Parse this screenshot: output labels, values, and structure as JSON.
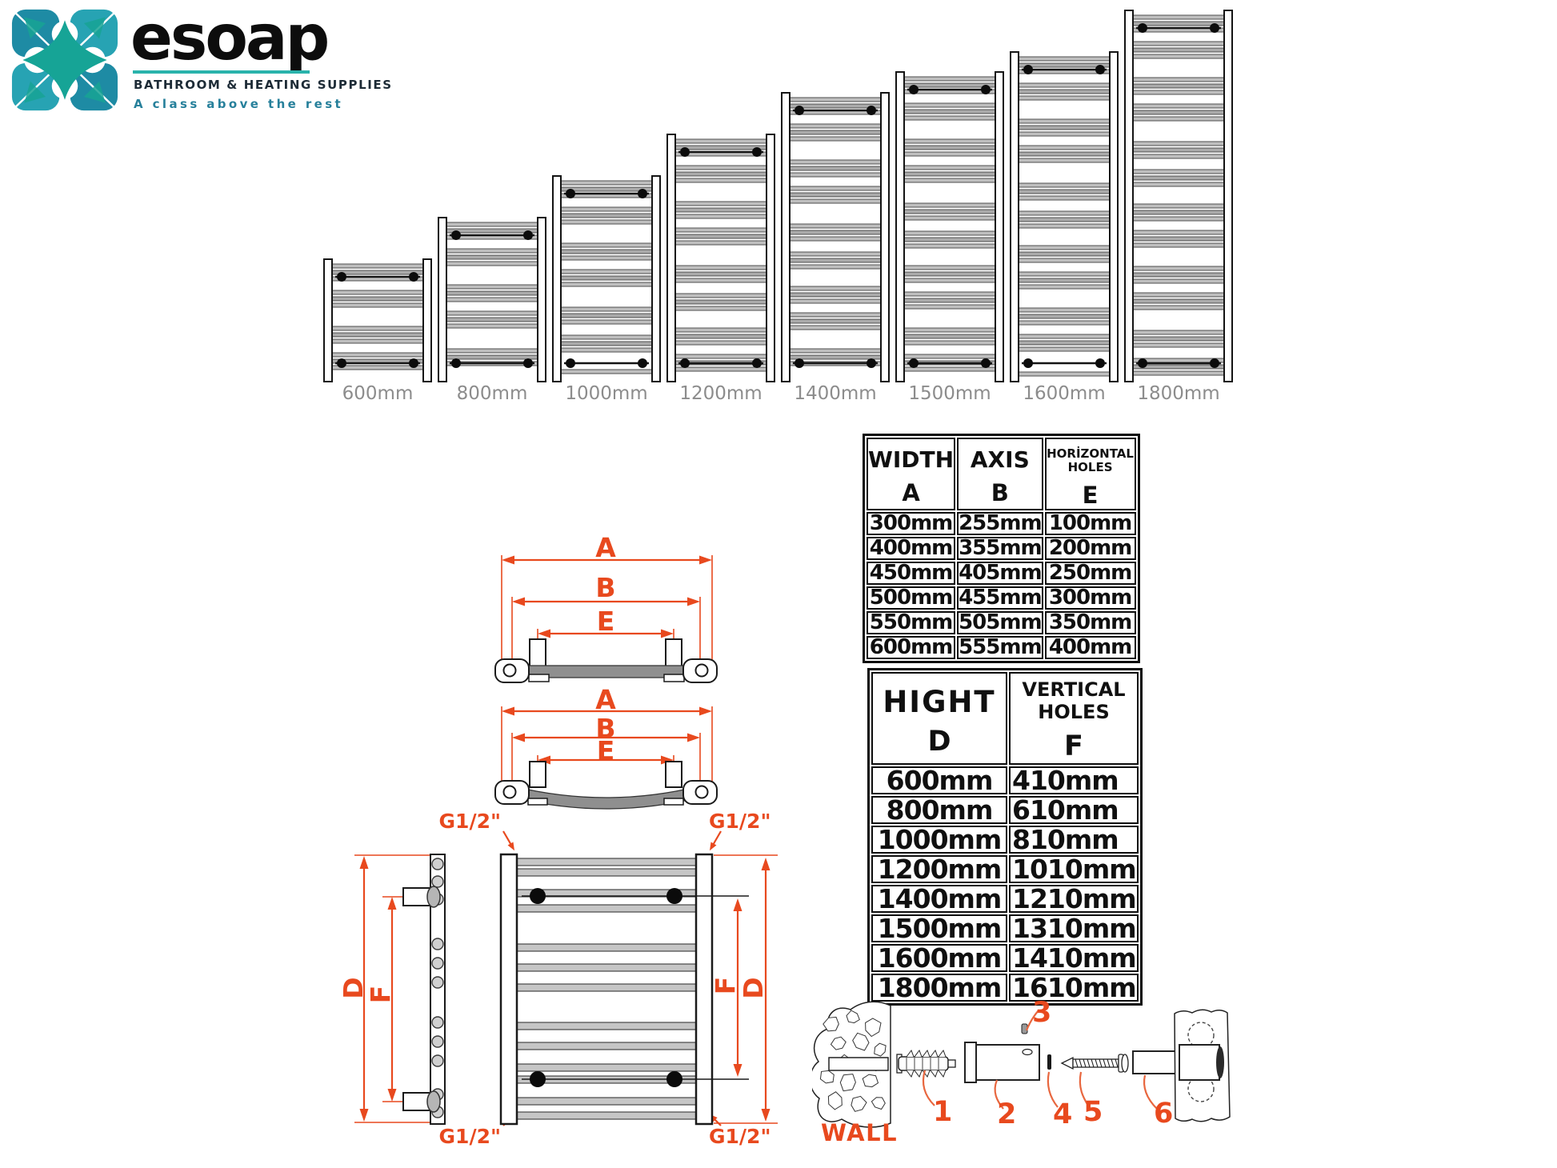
{
  "logo": {
    "brand": "esoap",
    "tagline1": "BATHROOM & HEATING SUPPLIES",
    "tagline2": "A class above the rest"
  },
  "radiators": {
    "items": [
      {
        "label": "600mm",
        "mm": 600
      },
      {
        "label": "800mm",
        "mm": 800
      },
      {
        "label": "1000mm",
        "mm": 1000
      },
      {
        "label": "1200mm",
        "mm": 1200
      },
      {
        "label": "1400mm",
        "mm": 1400
      },
      {
        "label": "1500mm",
        "mm": 1500
      },
      {
        "label": "1600mm",
        "mm": 1600
      },
      {
        "label": "1800mm",
        "mm": 1800
      }
    ]
  },
  "width_table": {
    "columns": [
      {
        "title": "WIDTH",
        "letter": "A"
      },
      {
        "title": "AXIS",
        "letter": "B"
      },
      {
        "title": "HORİZONTAL HOLES",
        "letter": "E"
      }
    ],
    "rows": [
      [
        "300mm",
        "255mm",
        "100mm"
      ],
      [
        "400mm",
        "355mm",
        "200mm"
      ],
      [
        "450mm",
        "405mm",
        "250mm"
      ],
      [
        "500mm",
        "455mm",
        "300mm"
      ],
      [
        "550mm",
        "505mm",
        "350mm"
      ],
      [
        "600mm",
        "555mm",
        "400mm"
      ]
    ]
  },
  "height_table": {
    "columns": [
      {
        "title": "HIGHT",
        "letter": "D"
      },
      {
        "title": "VERTICAL HOLES",
        "letter": "F"
      }
    ],
    "rows": [
      [
        "600mm",
        "410mm"
      ],
      [
        "800mm",
        "610mm"
      ],
      [
        "1000mm",
        "810mm"
      ],
      [
        "1200mm",
        "1010mm"
      ],
      [
        "1400mm",
        "1210mm"
      ],
      [
        "1500mm",
        "1310mm"
      ],
      [
        "1600mm",
        "1410mm"
      ],
      [
        "1800mm",
        "1610mm"
      ]
    ]
  },
  "diagram": {
    "dim_a": "A",
    "dim_b": "B",
    "dim_e": "E",
    "dim_d": "D",
    "dim_f": "F",
    "thread_label": "G1/2\""
  },
  "hardware": {
    "wall_label": "WALL",
    "part_numbers": [
      "1",
      "2",
      "3",
      "4",
      "5",
      "6"
    ]
  },
  "colors": {
    "dimension_red": "#e8491e",
    "leader_red": "#e8673f",
    "size_label_gray": "#8c8c8c",
    "teal": "#2ab3ab",
    "tagline_teal": "#27809b",
    "dark_navy": "#1d2b36"
  }
}
